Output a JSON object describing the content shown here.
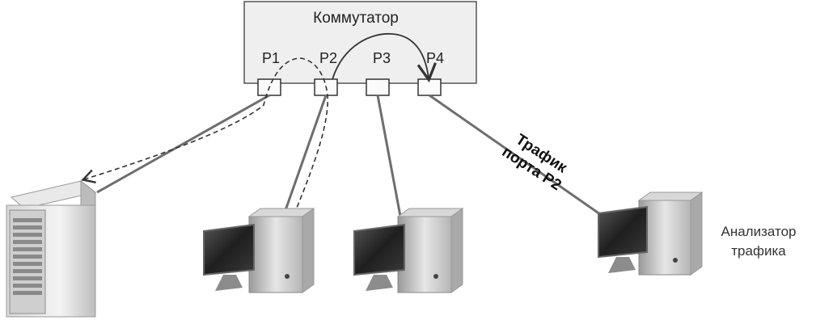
{
  "diagram": {
    "switch": {
      "title": "Коммутатор",
      "ports": [
        "P1",
        "P2",
        "P3",
        "P4"
      ]
    },
    "mirror_label": {
      "line1": "Трафик",
      "line2": "порта P2"
    },
    "analyzer_label": {
      "line1": "Анализатор",
      "line2": "трафика"
    },
    "colors": {
      "switch_fill": "#efefef",
      "stroke": "#444444",
      "cable": "#6e6e6e"
    }
  }
}
